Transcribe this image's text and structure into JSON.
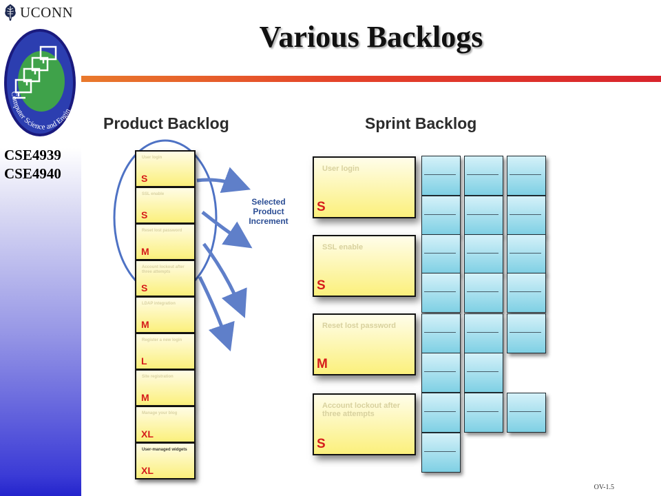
{
  "header": {
    "university": "UCONN",
    "title": "Various Backlogs"
  },
  "logo": {
    "text": "Computer Science and Engineering"
  },
  "sidebar": {
    "courses": [
      "CSE4939",
      "CSE4940"
    ]
  },
  "footer": {
    "slide_number": "OV-1.5"
  },
  "diagram": {
    "product_backlog_title": "Product Backlog",
    "sprint_backlog_title": "Sprint Backlog",
    "selection_label": "Selected Product Increment",
    "product_backlog": [
      {
        "title": "User login",
        "size": "S"
      },
      {
        "title": "SSL enable",
        "size": "S"
      },
      {
        "title": "Reset lost password",
        "size": "M"
      },
      {
        "title": "Account lockout after three attempts",
        "size": "S"
      },
      {
        "title": "LDAP integration",
        "size": "M"
      },
      {
        "title": "Register a new login",
        "size": "L"
      },
      {
        "title": "Site registration",
        "size": "M"
      },
      {
        "title": "Manage your blog",
        "size": "XL"
      },
      {
        "title": "User-managed widgets",
        "size": "XL"
      }
    ],
    "sprint_backlog": [
      {
        "title": "User login",
        "size": "S"
      },
      {
        "title": "SSL enable",
        "size": "S"
      },
      {
        "title": "Reset lost password",
        "size": "M"
      },
      {
        "title": "Account lockout after three attempts",
        "size": "S"
      }
    ]
  },
  "colors": {
    "title_bar": "#e4432a",
    "story_card": "#fbf07c",
    "task_card": "#7fd0e4",
    "size_text": "#d51b1b",
    "selection_circle": "#4e72c4"
  }
}
